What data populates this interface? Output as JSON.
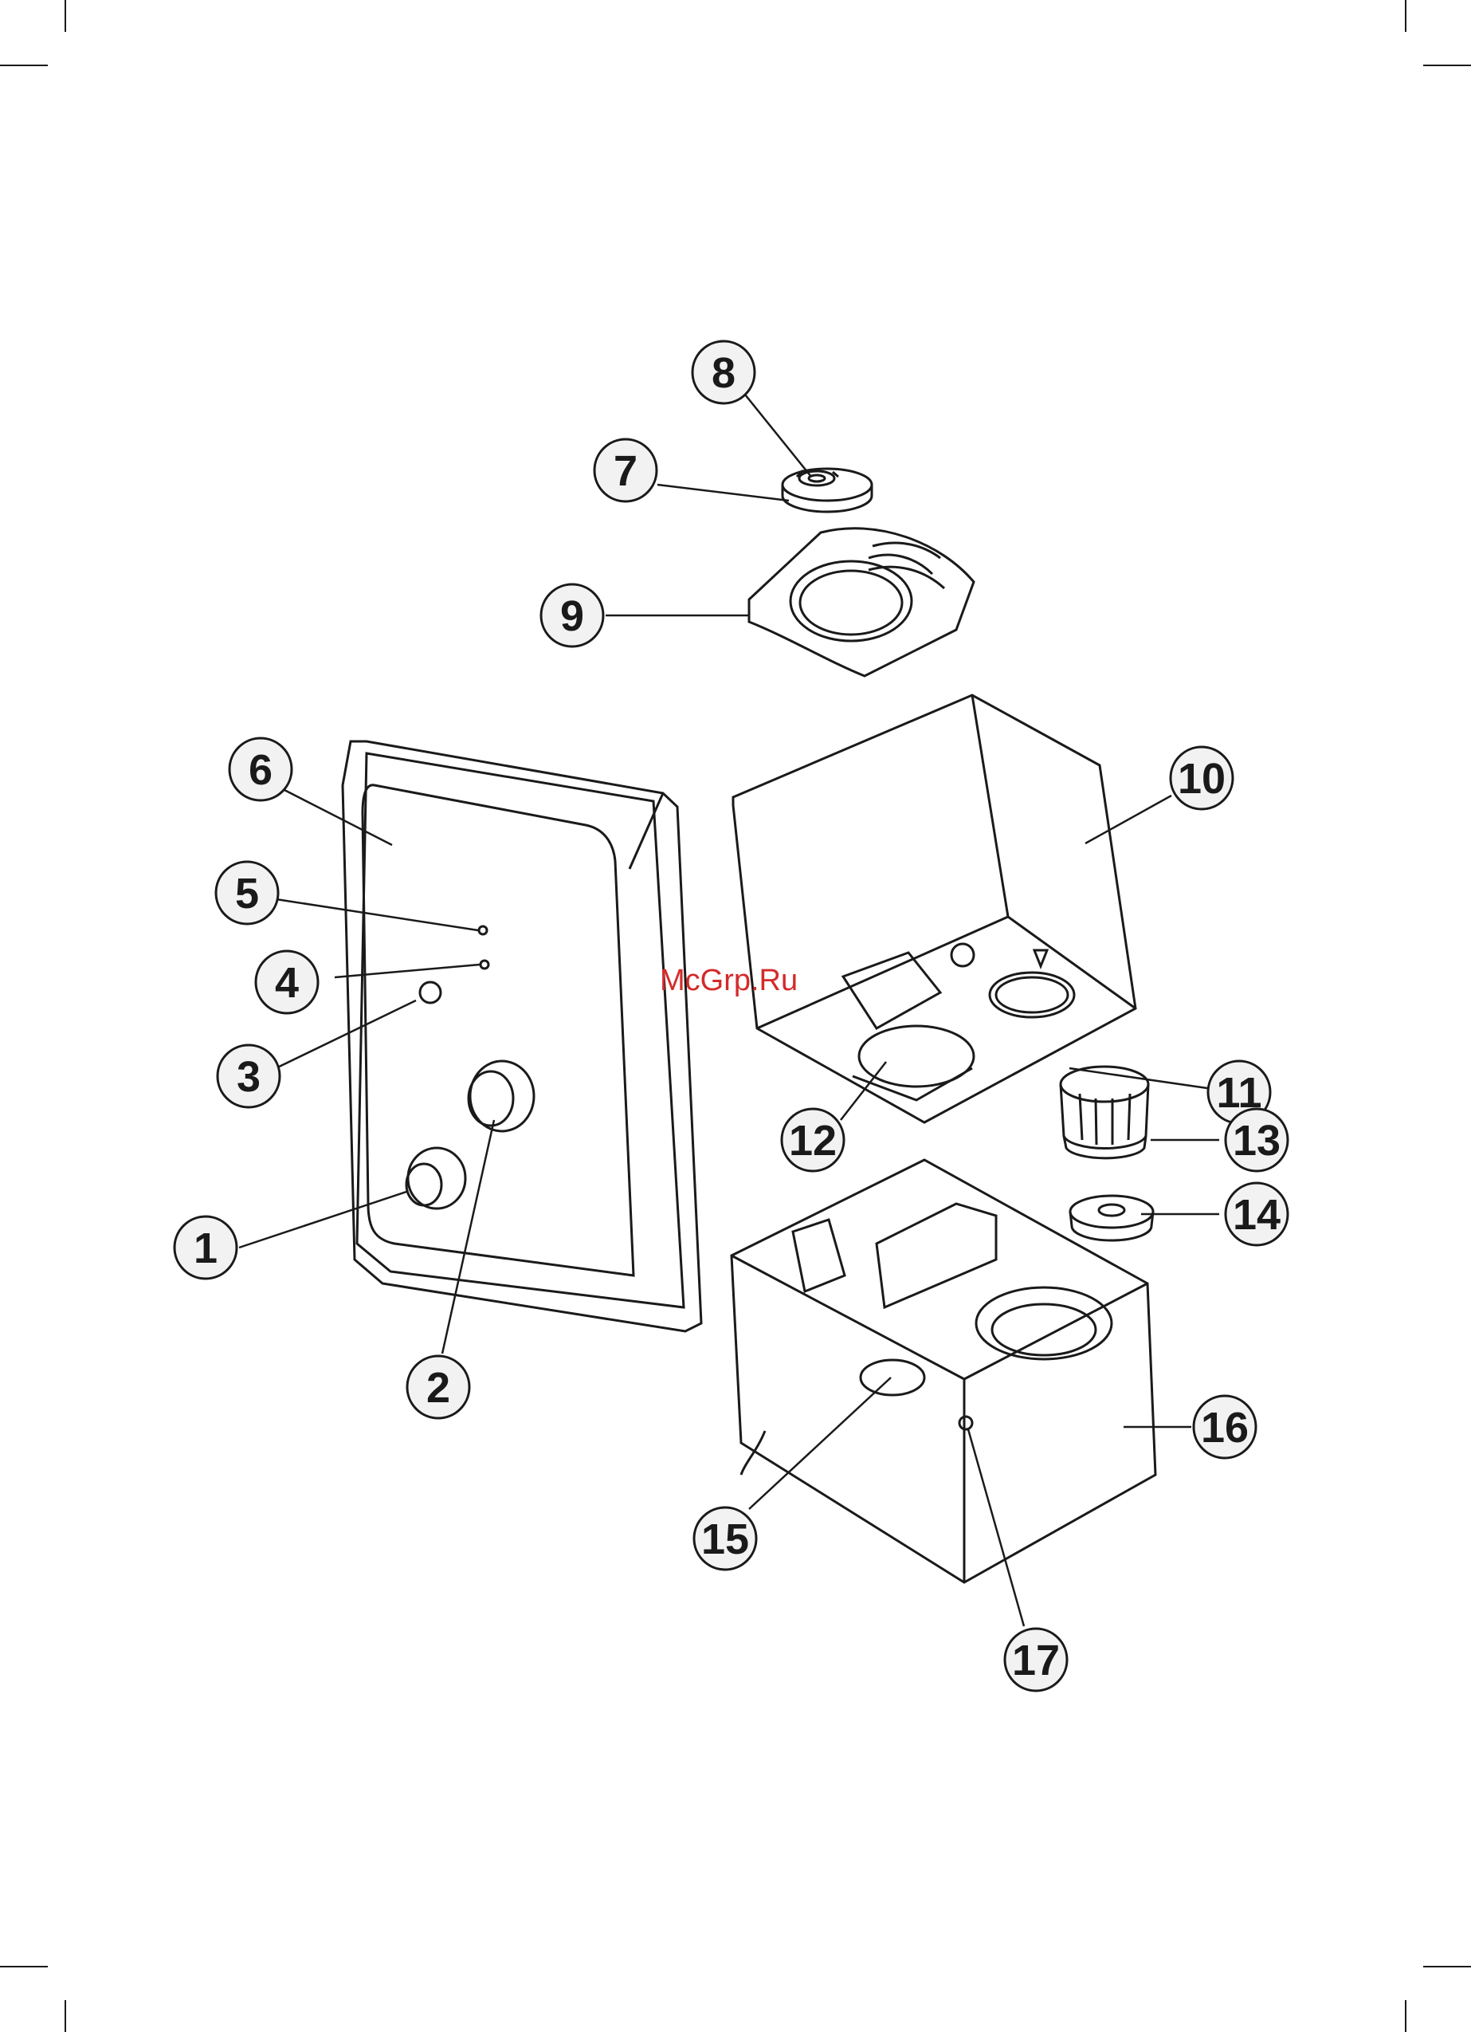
{
  "callouts": [
    {
      "id": "1",
      "label": "1"
    },
    {
      "id": "2",
      "label": "2"
    },
    {
      "id": "3",
      "label": "3"
    },
    {
      "id": "4",
      "label": "4"
    },
    {
      "id": "5",
      "label": "5"
    },
    {
      "id": "6",
      "label": "6"
    },
    {
      "id": "7",
      "label": "7"
    },
    {
      "id": "8",
      "label": "8"
    },
    {
      "id": "9",
      "label": "9"
    },
    {
      "id": "10",
      "label": "10"
    },
    {
      "id": "11",
      "label": "11"
    },
    {
      "id": "12",
      "label": "12"
    },
    {
      "id": "13",
      "label": "13"
    },
    {
      "id": "14",
      "label": "14"
    },
    {
      "id": "15",
      "label": "15"
    },
    {
      "id": "16",
      "label": "16"
    },
    {
      "id": "17",
      "label": "17"
    }
  ],
  "watermark": "McGrp.Ru",
  "colors": {
    "ink": "#1a1a1a",
    "watermark": "#d42a2a",
    "circle_fill": "#f2f2f2"
  }
}
